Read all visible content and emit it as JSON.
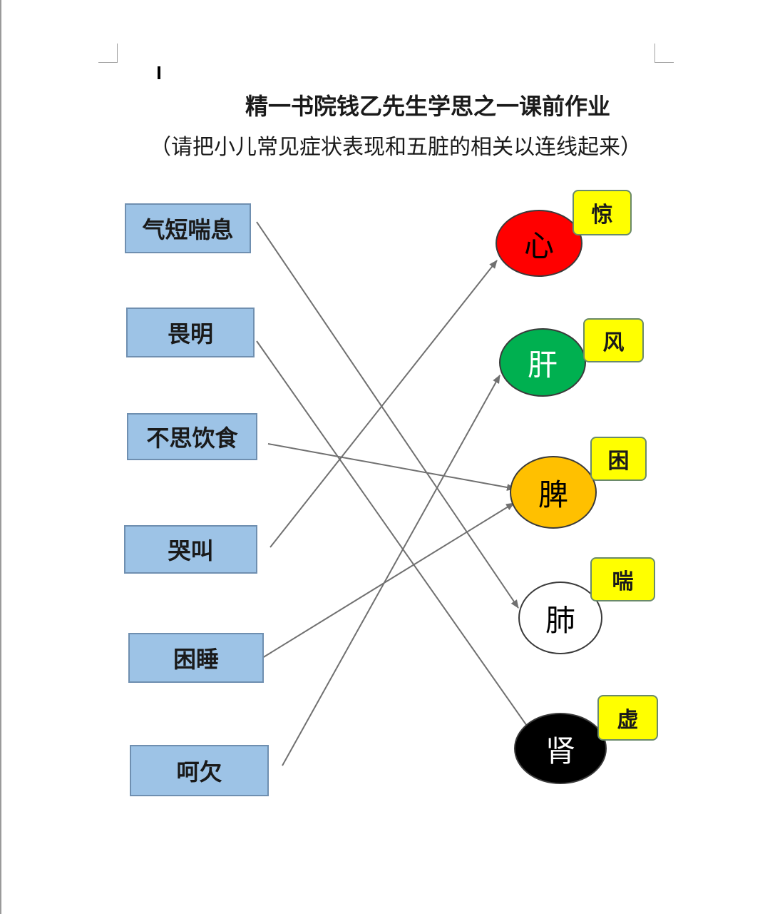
{
  "document": {
    "title": "精一书院钱乙先生学思之一课前作业",
    "subtitle": "（请把小儿常见症状表现和五脏的相关以连线起来）"
  },
  "symptoms": [
    {
      "label": "气短喘息"
    },
    {
      "label": "畏明"
    },
    {
      "label": "不思饮食"
    },
    {
      "label": "哭叫"
    },
    {
      "label": "困睡"
    },
    {
      "label": "呵欠"
    }
  ],
  "organs": [
    {
      "label": "心",
      "tag": "惊",
      "color": "#ff0000",
      "text_color": "#000000"
    },
    {
      "label": "肝",
      "tag": "风",
      "color": "#00b050",
      "text_color": "#ffffff"
    },
    {
      "label": "脾",
      "tag": "困",
      "color": "#ffc000",
      "text_color": "#000000"
    },
    {
      "label": "肺",
      "tag": "喘",
      "color": "#ffffff",
      "text_color": "#000000"
    },
    {
      "label": "肾",
      "tag": "虚",
      "color": "#000000",
      "text_color": "#ffffff"
    }
  ],
  "connections": [
    {
      "from": "气短喘息",
      "to": "肺"
    },
    {
      "from": "畏明",
      "to": "肾"
    },
    {
      "from": "不思饮食",
      "to": "脾"
    },
    {
      "from": "哭叫",
      "to": "心"
    },
    {
      "from": "困睡",
      "to": "脾"
    },
    {
      "from": "呵欠",
      "to": "肝"
    }
  ],
  "colors": {
    "symptom_fill": "#9dc3e6",
    "tag_fill": "#ffff00",
    "arrow": "#707070"
  }
}
